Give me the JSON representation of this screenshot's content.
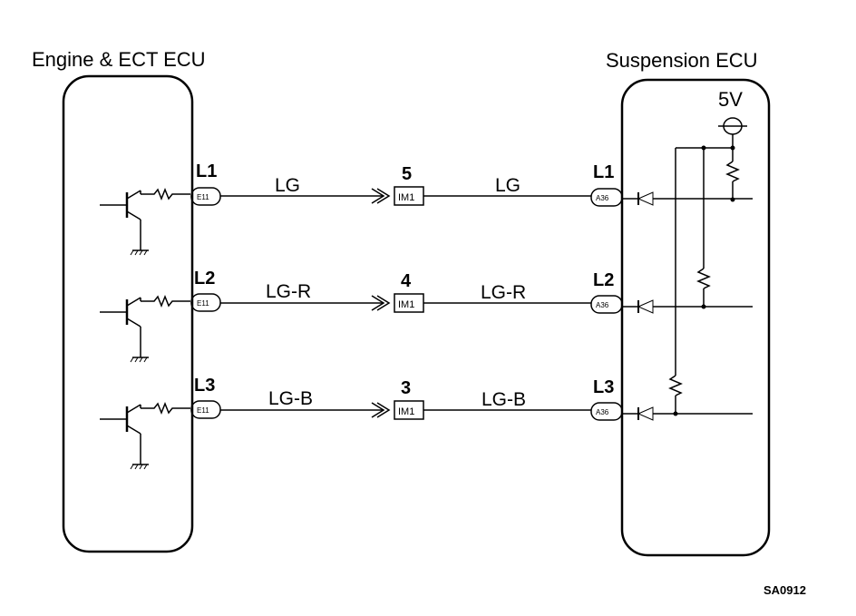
{
  "ecu_left": {
    "title": "Engine & ECT ECU",
    "connector": "E11"
  },
  "ecu_right": {
    "title": "Suspension ECU",
    "connector": "A36",
    "supply": "5V"
  },
  "junction": {
    "connector": "IM1"
  },
  "circuits": [
    {
      "left_pin": "L1",
      "wire_left": "LG",
      "junction_pin": "5",
      "wire_right": "LG",
      "right_pin": "L1"
    },
    {
      "left_pin": "L2",
      "wire_left": "LG-R",
      "junction_pin": "4",
      "wire_right": "LG-R",
      "right_pin": "L2"
    },
    {
      "left_pin": "L3",
      "wire_left": "LG-B",
      "junction_pin": "3",
      "wire_right": "LG-B",
      "right_pin": "L3"
    }
  ],
  "diagram_code": "SA0912"
}
